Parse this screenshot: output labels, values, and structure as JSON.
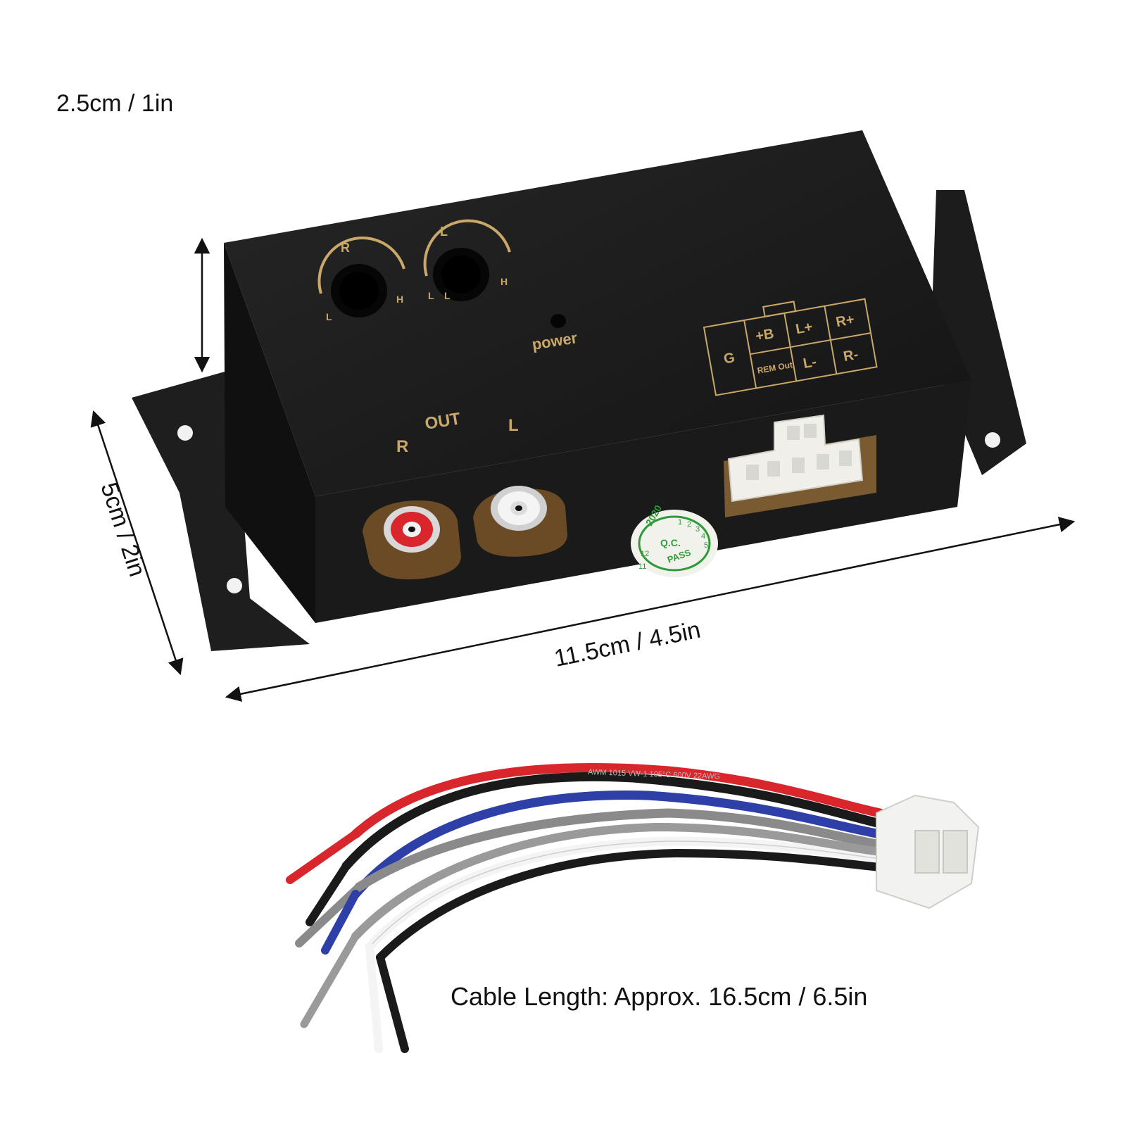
{
  "dimensions": {
    "height_label": "2.5cm / 1in",
    "depth_label": "5cm / 2in",
    "length_label": "11.5cm / 4.5in"
  },
  "device": {
    "knob_right_channel": "R",
    "knob_left_channel": "L",
    "knob_low": "L",
    "knob_high": "H",
    "power_label": "power",
    "out_label": "OUT",
    "out_right": "R",
    "out_left": "L",
    "pinout": [
      "G",
      "+B",
      "L+",
      "R+",
      "REM Out",
      "L-",
      "R-"
    ],
    "qc_sticker": {
      "year": "2020",
      "text": "Q.C.",
      "status": "PASS",
      "months": [
        "1",
        "2",
        "3",
        "4",
        "5",
        "11",
        "12"
      ]
    }
  },
  "cable": {
    "caption": "Cable Length: Approx. 16.5cm / 6.5in",
    "print_text": "AWM 1015 VW-1 105°C 600V 22AWG"
  },
  "colors": {
    "box": "#1b1b1b",
    "print": "#c9a86a",
    "wire_red": "#d8262c",
    "wire_black": "#1a1a1a",
    "wire_blue": "#2e3fa8",
    "wire_gray": "#8a8a8a",
    "wire_white": "#f4f4f4",
    "connector": "#f2f2f0"
  }
}
